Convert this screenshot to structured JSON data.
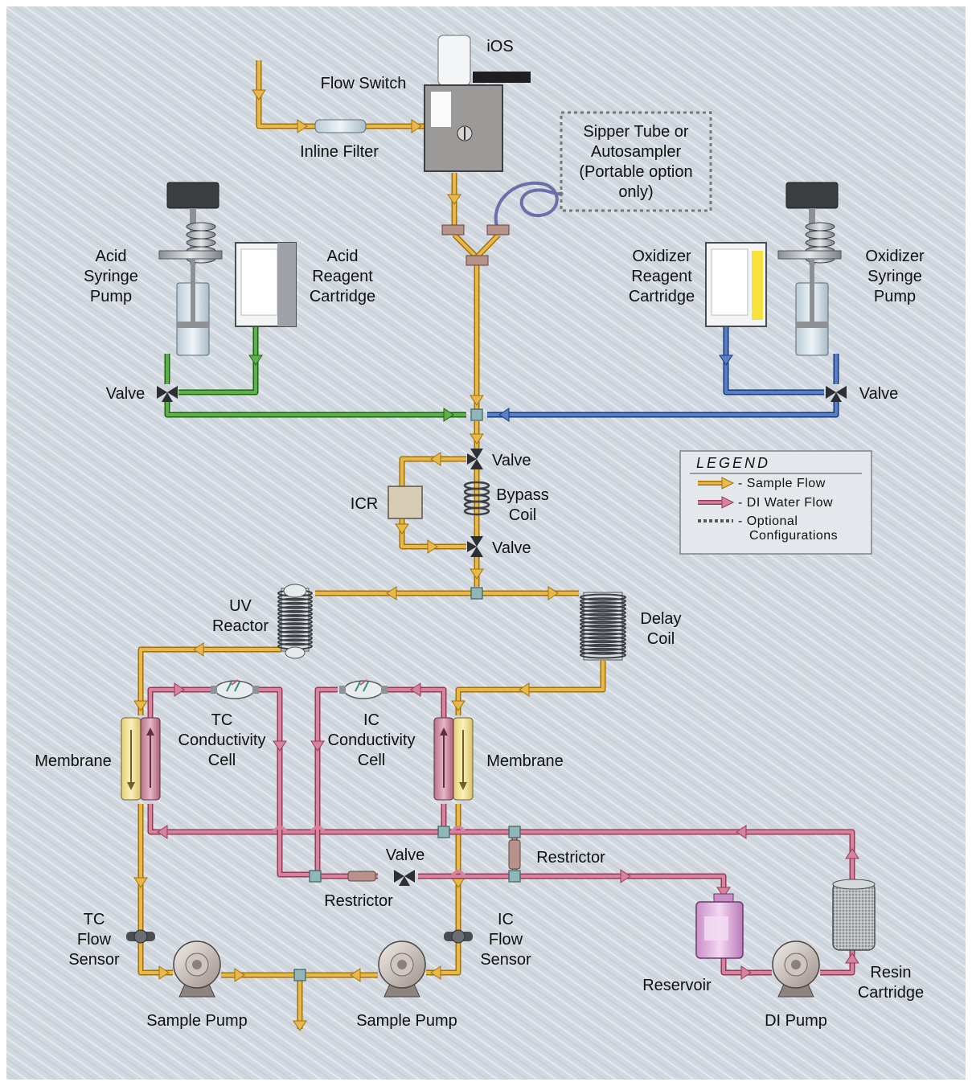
{
  "colors": {
    "sample_flow": "#e8b84a",
    "di_water_flow": "#d9829e",
    "acid_line": "#5fae4f",
    "oxidizer_line": "#5a7fc4",
    "background": "#d4d9e0"
  },
  "labels": {
    "ios": "iOS",
    "flow_switch": "Flow Switch",
    "inline_filter": "Inline Filter",
    "sipper": [
      "Sipper Tube or",
      "Autosampler",
      "(Portable option",
      "only)"
    ],
    "acid_pump": [
      "Acid",
      "Syringe",
      "Pump"
    ],
    "acid_cartridge": [
      "Acid",
      "Reagent",
      "Cartridge"
    ],
    "oxidizer_cartridge": [
      "Oxidizer",
      "Reagent",
      "Cartridge"
    ],
    "oxidizer_pump": [
      "Oxidizer",
      "Syringe",
      "Pump"
    ],
    "valve_left": "Valve",
    "valve_right": "Valve",
    "valve_upper": "Valve",
    "valve_lower": "Valve",
    "valve_bottom": "Valve",
    "icr": "ICR",
    "bypass_coil": [
      "Bypass",
      "Coil"
    ],
    "uv_reactor": [
      "UV",
      "Reactor"
    ],
    "delay_coil": [
      "Delay",
      "Coil"
    ],
    "tc_cell": [
      "TC",
      "Conductivity",
      "Cell"
    ],
    "ic_cell": [
      "IC",
      "Conductivity",
      "Cell"
    ],
    "membrane_left": "Membrane",
    "membrane_right": "Membrane",
    "restrictor_right": "Restrictor",
    "restrictor_bottom": "Restrictor",
    "tc_flow_sensor": [
      "TC",
      "Flow",
      "Sensor"
    ],
    "ic_flow_sensor": [
      "IC",
      "Flow",
      "Sensor"
    ],
    "sample_pump_left": "Sample Pump",
    "sample_pump_right": "Sample Pump",
    "reservoir": "Reservoir",
    "resin_cartridge": [
      "Resin",
      "Cartridge"
    ],
    "di_pump": "DI Pump"
  },
  "legend": {
    "title": "LEGEND",
    "items": [
      {
        "label": "- Sample Flow",
        "line": "sample"
      },
      {
        "label": "- DI Water Flow",
        "line": "di"
      },
      {
        "label": [
          "- Optional",
          "Configurations"
        ],
        "line": "dotted"
      }
    ]
  }
}
